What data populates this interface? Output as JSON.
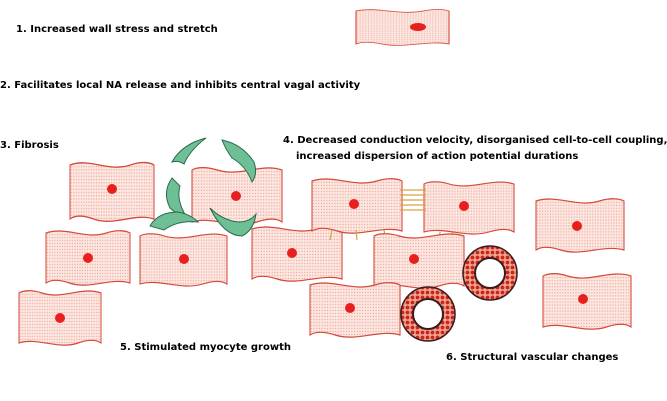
{
  "labels": {
    "wall_stress": "1. Increased wall stress and stretch",
    "na_release": "2. Facilitates local NA release and inhibits central vagal activity",
    "fibrosis": "3. Fibrosis",
    "conduction_line1": "4. Decreased conduction velocity, disorganised cell-to-cell coupling,",
    "conduction_line2": "increased dispersion of action potential durations",
    "myocyte_growth": "5. Stimulated myocyte growth",
    "vascular": "6. Structural vascular changes"
  },
  "colors": {
    "cell_outline": "#d3483a",
    "cell_fill": "#fbe7e2",
    "cell_dot": "#f4a898",
    "nucleus": "#e8201d",
    "fibrosis_fill": "#6fbf96",
    "fibrosis_outline": "#2a6a4e",
    "gap_junction": "#d9a444",
    "vessel_ring": "#c9251f",
    "vessel_dark": "#3a1c1c"
  }
}
